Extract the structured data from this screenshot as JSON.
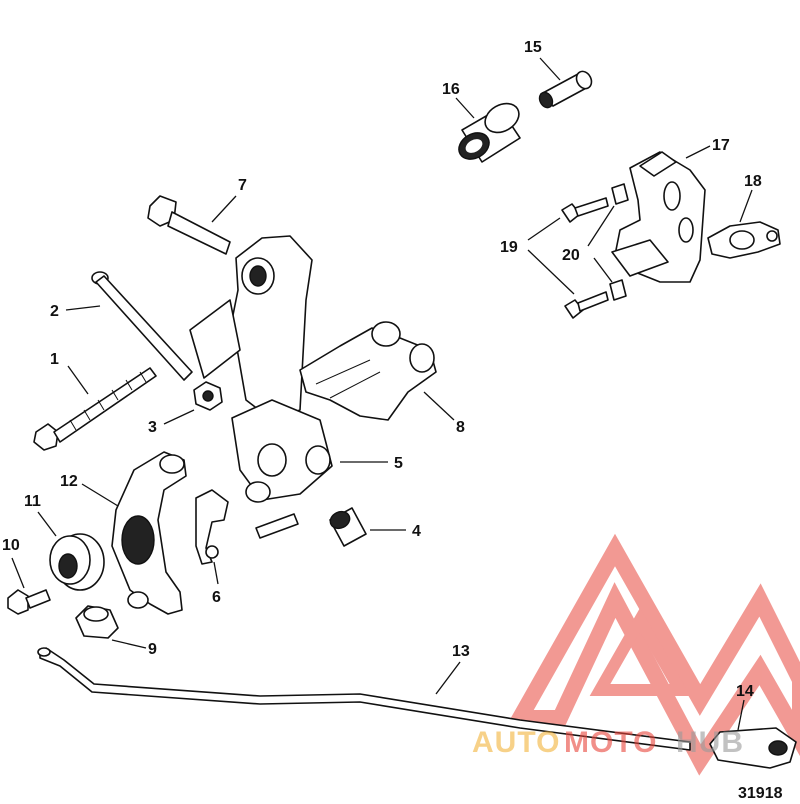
{
  "callouts": [
    {
      "id": "1",
      "label": "1"
    },
    {
      "id": "2",
      "label": "2"
    },
    {
      "id": "3",
      "label": "3"
    },
    {
      "id": "4",
      "label": "4"
    },
    {
      "id": "5",
      "label": "5"
    },
    {
      "id": "6",
      "label": "6"
    },
    {
      "id": "7",
      "label": "7"
    },
    {
      "id": "8",
      "label": "8"
    },
    {
      "id": "9",
      "label": "9"
    },
    {
      "id": "10",
      "label": "10"
    },
    {
      "id": "11",
      "label": "11"
    },
    {
      "id": "12",
      "label": "12"
    },
    {
      "id": "13",
      "label": "13"
    },
    {
      "id": "14",
      "label": "14"
    },
    {
      "id": "15",
      "label": "15"
    },
    {
      "id": "16",
      "label": "16"
    },
    {
      "id": "17",
      "label": "17"
    },
    {
      "id": "18",
      "label": "18"
    },
    {
      "id": "19",
      "label": "19"
    },
    {
      "id": "20",
      "label": "20"
    }
  ],
  "figure_number": "31918",
  "watermark": {
    "text_a": "AUTO",
    "text_b": "MOTO",
    "text_c": "HUB",
    "color_primary": "#e8463c",
    "color_secondary": "#f2b33a",
    "color_tertiary": "#9a9a9a"
  }
}
